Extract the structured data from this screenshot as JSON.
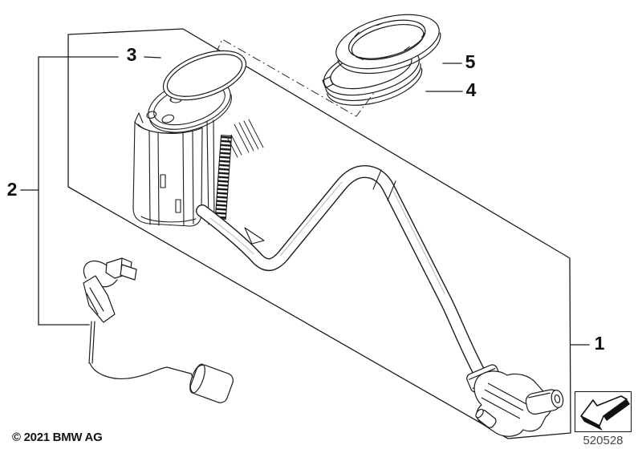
{
  "diagram": {
    "type": "exploded-parts-diagram",
    "subject": "fuel-pump-and-level-sensor-in-tank",
    "line_color": "#1c1c1c",
    "background_color": "#ffffff"
  },
  "callouts": [
    {
      "label": "1"
    },
    {
      "label": "2"
    },
    {
      "label": "3"
    },
    {
      "label": "4"
    },
    {
      "label": "5"
    }
  ],
  "footer": {
    "copyright": "© 2021 BMW AG"
  },
  "part_number_box": {
    "number": "520528",
    "icon": "arrow-3d-left-icon",
    "number_color": "#474747"
  }
}
